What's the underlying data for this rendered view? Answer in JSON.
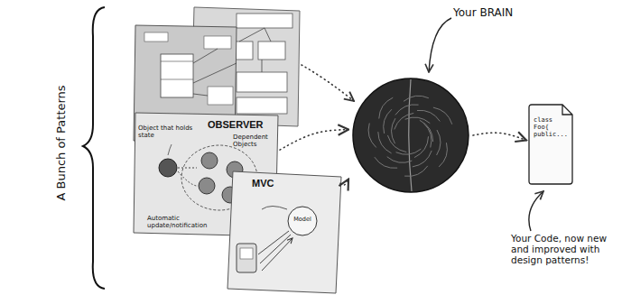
{
  "diagram": {
    "nodes": [
      {
        "text": [
          "OBSERVER"
        ]
      },
      {
        "text": [
          "MVC"
        ]
      },
      {
        "text": [
          "Your BRAIN"
        ]
      },
      {
        "text": [
          "class Foo{ public..."
        ]
      }
    ],
    "edges": [
      {
        "from": 0,
        "to": 2,
        "arrow": "to"
      },
      {
        "from": 1,
        "to": 2,
        "arrow": "to"
      },
      {
        "from": 2,
        "to": 3,
        "arrow": "to"
      }
    ],
    "labels": [
      "A Bunch of Patterns",
      "Object that holds state",
      "Dependent Objects",
      "Automatic update/notification",
      "Model",
      "Your Code, now new and improved with design patterns!"
    ]
  }
}
